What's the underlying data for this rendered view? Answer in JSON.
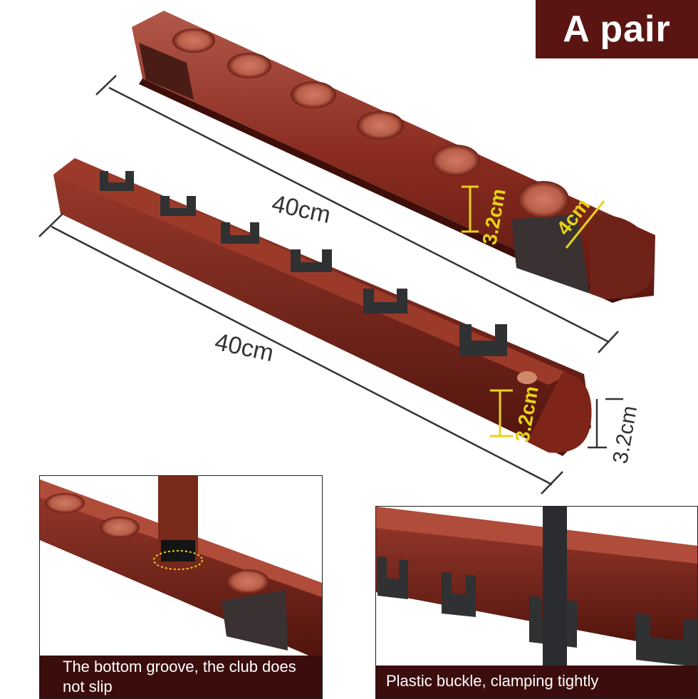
{
  "badge": {
    "label": "A pair"
  },
  "dimensions": {
    "top_length": "40cm",
    "bottom_length": "40cm",
    "top_height": "3.2cm",
    "top_width": "4cm",
    "bottom_height": "3.2cm",
    "bottom_side": "3.2cm"
  },
  "panels": {
    "left_caption": "The bottom groove, the club does not slip",
    "right_caption": "Plastic buckle, clamping tightly"
  },
  "colors": {
    "wood": "#8a2a1e",
    "wood_dark": "#4a120c",
    "clip": "#2f3133",
    "badge_bg": "#5a1512",
    "caption_bg": "#3b0d0c",
    "accent": "#e8d21a"
  }
}
